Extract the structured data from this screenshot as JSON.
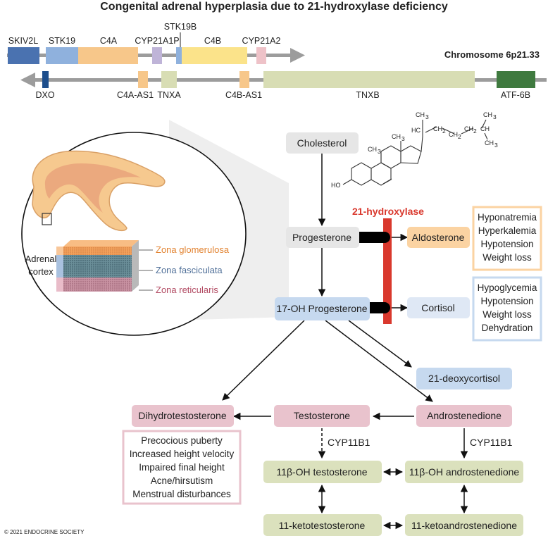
{
  "title": "Congenital adrenal hyperplasia due to 21-hydroxylase deficiency",
  "chromosome_label": "Chromosome 6p21.33",
  "genes_top": {
    "skiv2l": "SKIV2L",
    "stk19": "STK19",
    "c4a": "C4A",
    "cyp21a1p": "CYP21A1P",
    "stk19b": "STK19B",
    "c4b": "C4B",
    "cyp21a2": "CYP21A2"
  },
  "genes_bottom": {
    "dxo": "DXO",
    "c4a_as1": "C4A-AS1",
    "tnxa": "TNXA",
    "c4b_as1": "C4B-AS1",
    "tnxb": "TNXB",
    "atf6b": "ATF-6B"
  },
  "adrenal": {
    "cortex_label_1": "Adrenal",
    "cortex_label_2": "cortex",
    "zona_glomerulosa": "Zona glomerulosa",
    "zona_fasciculata": "Zona fasciculata",
    "zona_reticularis": "Zona reticularis"
  },
  "structure_labels": {
    "ho": "HO",
    "ch3_a": "CH",
    "ch3_b": "CH",
    "ch3_c": "CH",
    "ch3_d": "CH",
    "ch3_e": "CH",
    "hc": "HC",
    "ch2_1": "CH",
    "ch2_2": "CH",
    "ch2_3": "CH",
    "ch_iso": "CH",
    "sub3": "3",
    "sub2": "2"
  },
  "pathway": {
    "cholesterol": "Cholesterol",
    "progesterone": "Progesterone",
    "oh_progesterone": "17-OH Progesterone",
    "aldosterone": "Aldosterone",
    "cortisol": "Cortisol",
    "hydroxylase": "21-hydroxylase",
    "deoxycortisol": "21-deoxycortisol",
    "dihydrotestosterone": "Dihydrotestosterone",
    "testosterone": "Testosterone",
    "androstenedione": "Androstenedione",
    "cyp11b1_left": "CYP11B1",
    "cyp11b1_right": "CYP11B1",
    "oh_testosterone": "11β-OH testosterone",
    "oh_androstenedione": "11β-OH androstenedione",
    "ketotestosterone": "11-ketotestosterone",
    "ketoandrostenedione": "11-ketoandrostenedione"
  },
  "symptoms": {
    "aldosterone": [
      "Hyponatremia",
      "Hyperkalemia",
      "Hypotension",
      "Weight loss"
    ],
    "cortisol": [
      "Hypoglycemia",
      "Hypotension",
      "Weight loss",
      "Dehydration"
    ],
    "androgen": [
      "Precocious puberty",
      "Increased height velocity",
      "Impaired final height",
      "Acne/hirsutism",
      "Menstrual disturbances"
    ]
  },
  "copyright": "© 2021 ENDOCRINE SOCIETY",
  "colors": {
    "gray_box": "#e6e6e6",
    "orange_box": "#fbd3a2",
    "blue_box": "#c6d9ef",
    "pink_box": "#e9c3cd",
    "olive_box": "#dbe1bd",
    "hydroxylase_red": "#d9382d",
    "skiv2l": "#4a72b0",
    "stk19": "#8fb1dd",
    "c4a": "#f7c78a",
    "cyp21a1p": "#bfb4d8",
    "c4b": "#fbe38a",
    "cyp21a2": "#eec2c8",
    "tnx": "#d8ddb4",
    "atf6b": "#3f7a3f",
    "dxo": "#1d4e8c"
  }
}
